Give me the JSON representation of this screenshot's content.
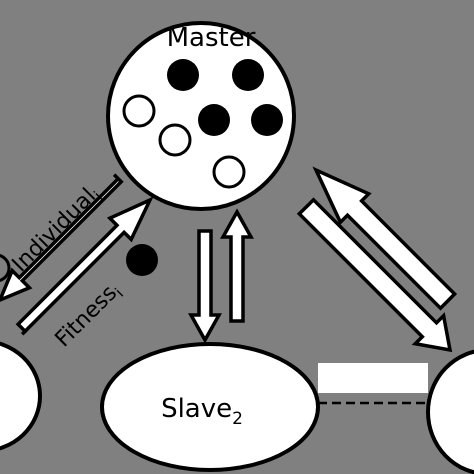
{
  "master": {
    "label": "Master",
    "filled_color": "#000000",
    "hollow_color": "#ffffff"
  },
  "slave_center": {
    "label": "Slave",
    "subscript": "2"
  },
  "arrow_labels": {
    "individual": "Individual",
    "individual_sub": "i",
    "fitness": "Fitness",
    "fitness_sub": "i"
  },
  "colors": {
    "background": "#808080",
    "stroke": "#000000",
    "arrow_fill": "#ffffff",
    "box": "#ffffff"
  }
}
